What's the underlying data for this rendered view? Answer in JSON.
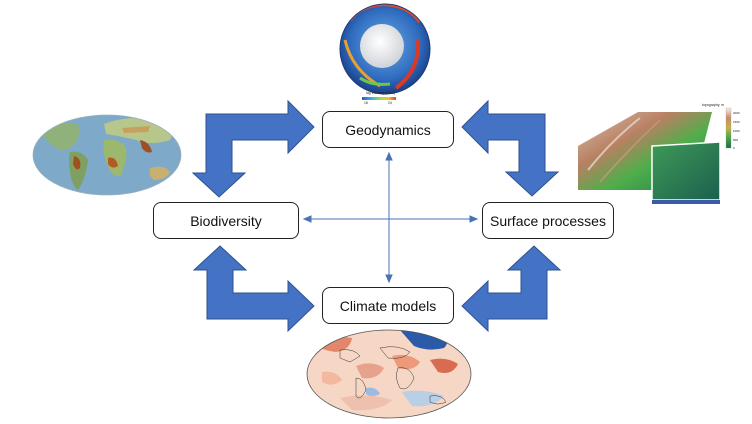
{
  "nodes": {
    "geodynamics": "Geodynamics",
    "biodiversity": "Biodiversity",
    "surface_processes": "Surface processes",
    "climate_models": "Climate models"
  },
  "images": {
    "globe_cutaway": {
      "kind": "mantle convection cutaway globe",
      "colorbar_title": "log Viscosity (Pa·s)",
      "colorbar_ticks": [
        "18",
        "24"
      ]
    },
    "biodiversity_map": {
      "kind": "world map, species richness"
    },
    "topography_render": {
      "kind": "3D landscape evolution render",
      "colorbar_title": "topography, m",
      "colorbar_ticks": [
        "2000",
        "1500",
        "1000",
        "500",
        "0"
      ]
    },
    "climate_map": {
      "kind": "world map, temperature anomaly"
    }
  },
  "colors": {
    "arrow_fill": "#4472c4",
    "arrow_stroke": "#2f528f",
    "link_line": "#4a72b8",
    "box_border": "#222222"
  }
}
